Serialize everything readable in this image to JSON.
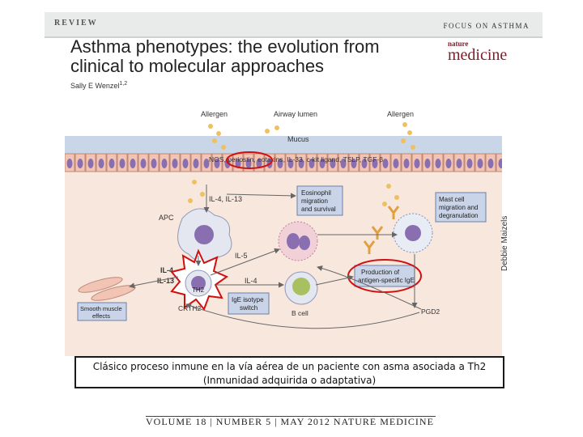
{
  "header": {
    "section": "REVIEW",
    "series": "FOCUS ON ASTHMA"
  },
  "article": {
    "title_line1": "Asthma phenotypes: the evolution from",
    "title_line2": "clinical to molecular approaches",
    "author": "Sally E Wenzel",
    "author_sup": "1,2"
  },
  "journal_logo": {
    "small": "nature",
    "big": "medicine"
  },
  "figure": {
    "labels": {
      "allergen_left": "Allergen",
      "airway_lumen": "Airway lumen",
      "allergen_right": "Allergen",
      "mucus": "Mucus",
      "epithelial_mediators": "NOS, periostin, eotaxins, IL-33, c-kit ligand, TSLP, TGF-β",
      "il4_il13": "IL-4, IL-13",
      "eos_line1": "Eosinophil",
      "eos_line2": "migration",
      "eos_line3": "and survival",
      "mast_line1": "Mast cell",
      "mast_line2": "migration and",
      "mast_line3": "degranulation",
      "apc": "APC",
      "il5": "IL-5",
      "il4_left": "IL-4",
      "il13_left": "IL-13",
      "th2": "TH2",
      "il4_mid": "IL-4",
      "ige_line1": "IgE isotype",
      "ige_line2": "switch",
      "bcell": "B cell",
      "prod_line1": "Production of",
      "prod_line2": "antigen-specific IgE",
      "smooth_line1": "Smooth muscle",
      "smooth_line2": "effects",
      "crth2": "CRTH2",
      "pgd2": "PGD2"
    },
    "credit": "Debbie Maizels"
  },
  "caption": {
    "line1": "Clásico proceso inmune en la vía aérea de un paciente con asma asociada a Th2",
    "line2": "(Inmunidad adquirida o adaptativa)"
  },
  "footer": {
    "text": "VOLUME 18 | NUMBER 5 | MAY 2012   NATURE MEDICINE"
  },
  "colors": {
    "epithelium": "#f2c4b4",
    "nucleus": "#8a6fb0",
    "mucus": "#c8d6e8",
    "allergen": "#f0c060",
    "label_box": "#c9d4e8",
    "highlight": "#d01010",
    "tissue": "#f7e7dd"
  }
}
